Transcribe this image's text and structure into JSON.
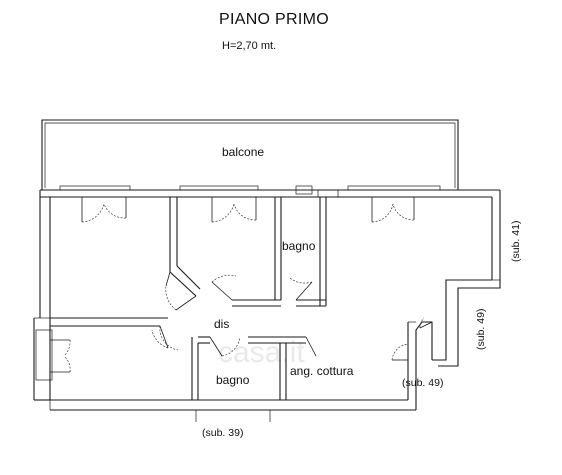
{
  "header": {
    "title": "PIANO PRIMO",
    "height_note": "H=2,70 mt."
  },
  "rooms": {
    "balcone": "balcone",
    "bagno_upper": "bagno",
    "dis": "dis",
    "bagno_lower": "bagno",
    "ang_cottura": "ang. cottura"
  },
  "neighbors": {
    "sub41": "(sub. 41)",
    "sub49_vertical": "(sub. 49)",
    "sub49_horizontal": "(sub. 49)",
    "sub39": "(sub. 39)"
  },
  "watermark": "casa.it"
}
